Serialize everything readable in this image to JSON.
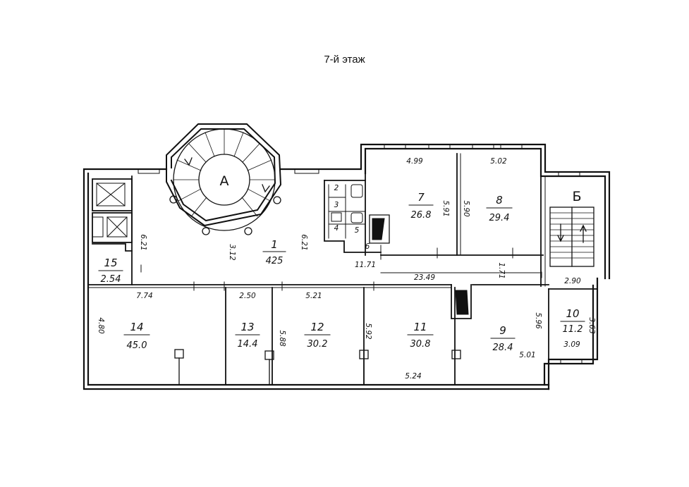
{
  "title": "7-й этаж",
  "stairs": {
    "a": "А",
    "b": "Б"
  },
  "rooms": [
    {
      "id": "1",
      "number": "1",
      "area": "425"
    },
    {
      "id": "2",
      "number": "2",
      "area": ""
    },
    {
      "id": "3",
      "number": "3",
      "area": ""
    },
    {
      "id": "4",
      "number": "4",
      "area": ""
    },
    {
      "id": "5",
      "number": "5",
      "area": ""
    },
    {
      "id": "6",
      "number": "6",
      "area": ""
    },
    {
      "id": "7",
      "number": "7",
      "area": "26.8"
    },
    {
      "id": "8",
      "number": "8",
      "area": "29.4"
    },
    {
      "id": "9",
      "number": "9",
      "area": "28.4"
    },
    {
      "id": "10",
      "number": "10",
      "area": "11.2"
    },
    {
      "id": "11",
      "number": "11",
      "area": "30.8"
    },
    {
      "id": "12",
      "number": "12",
      "area": "30.2"
    },
    {
      "id": "13",
      "number": "13",
      "area": "14.4"
    },
    {
      "id": "14",
      "number": "14",
      "area": "45.0"
    },
    {
      "id": "15",
      "number": "15",
      "area": "2.54"
    }
  ],
  "dimensions": {
    "r7_width": "4.99",
    "r8_width": "5.02",
    "r7_depth": "5.91",
    "r8_depth": "5.90",
    "hall_left": "6.21",
    "hall_right": "6.21",
    "hall_center": "3.12",
    "wc_width": "11.71",
    "corridor_length": "23.49",
    "corridor_width": "1.71",
    "corridor_right": "2.90",
    "r14_width": "7.74",
    "r14_depth": "4.80",
    "r13_width": "2.50",
    "r12_width": "5.21",
    "r12_depth": "5.88",
    "r11_depth": "5.92",
    "r11_width": "5.24",
    "r9_depth": "5.96",
    "r9_width": "5.01",
    "r10_depth": "3.63",
    "r10_width": "3.09"
  },
  "colors": {
    "ink": "#111111",
    "background": "#ffffff"
  }
}
